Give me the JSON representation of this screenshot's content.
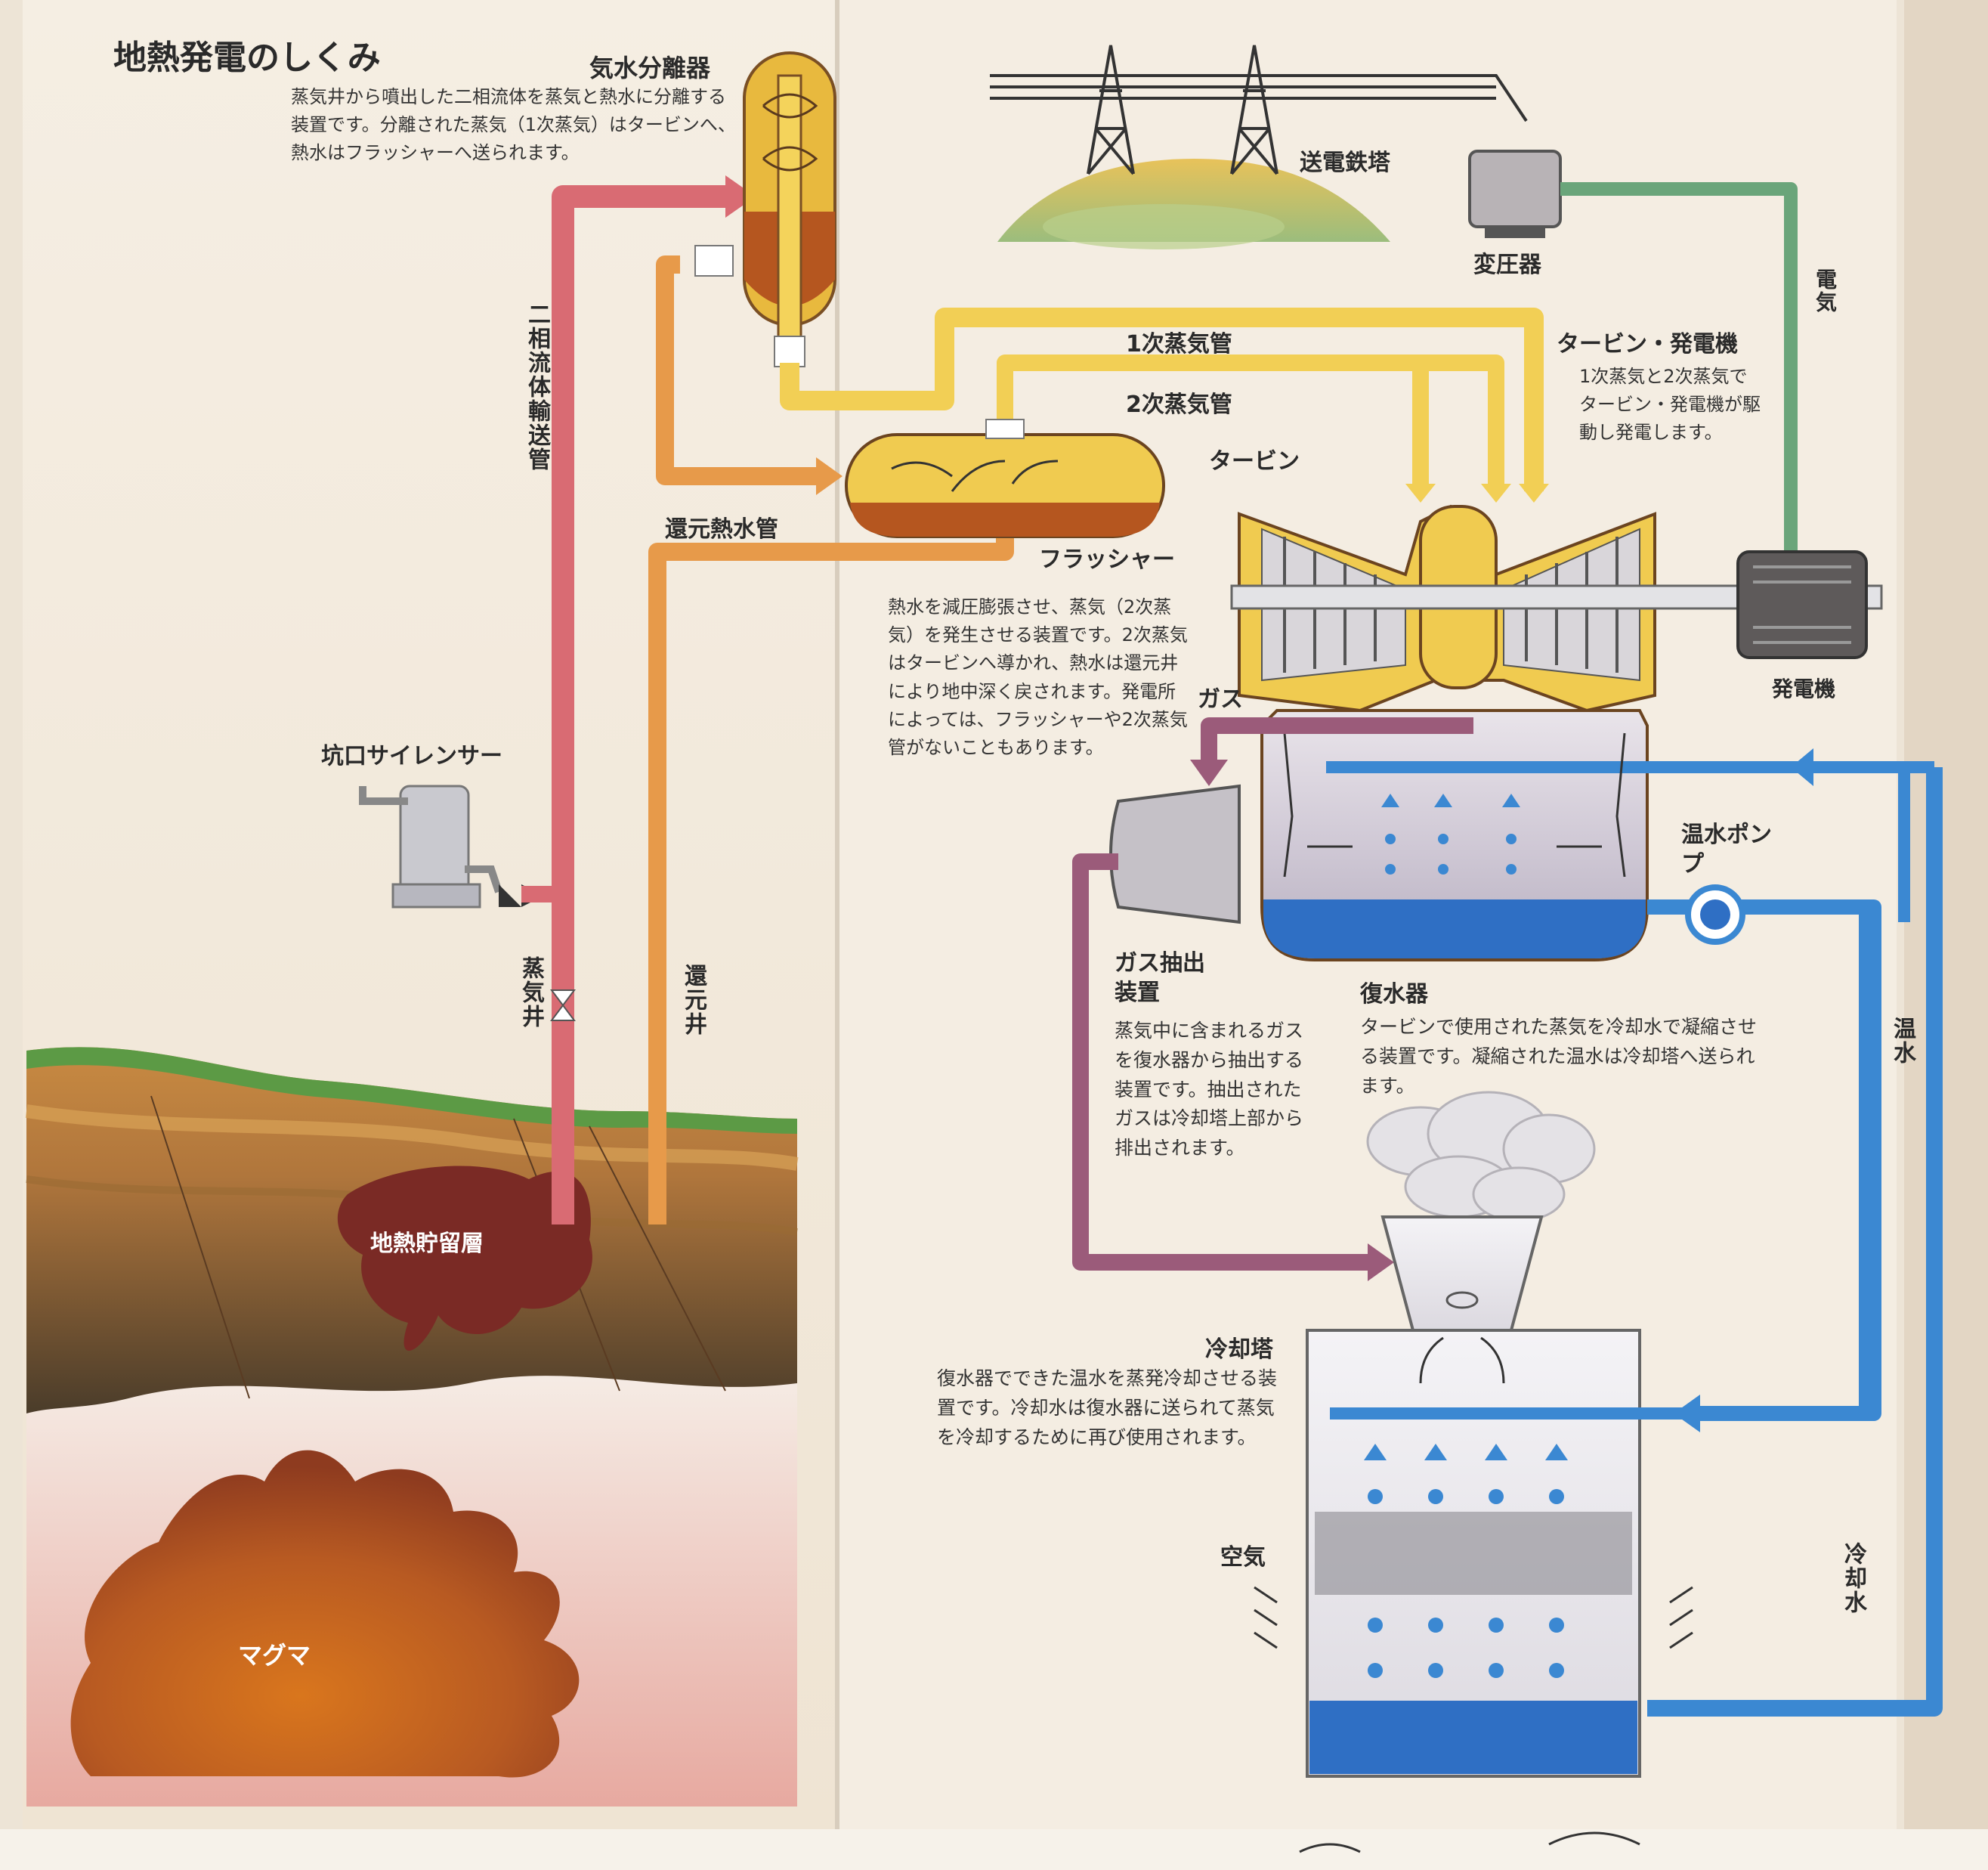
{
  "title": "地熱発電のしくみ",
  "labels": {
    "separator": "気水分離器",
    "separator_desc": "蒸気井から噴出した二相流体を蒸気と熱水に分離する装置です。分離された蒸気（1次蒸気）はタービンへ、熱水はフラッシャーへ送られます。",
    "tower": "送電鉄塔",
    "transformer": "変圧器",
    "electricity": "電気",
    "primary_pipe": "1次蒸気管",
    "secondary_pipe": "2次蒸気管",
    "turbine_gen": "タービン・発電機",
    "turbine_gen_desc": "1次蒸気と2次蒸気でタービン・発電機が駆動し発電します。",
    "turbine": "タービン",
    "two_phase_pipe": "二相流体輸送管",
    "return_pipe": "還元熱水管",
    "flasher": "フラッシャー",
    "flasher_desc": "熱水を減圧膨張させ、蒸気（2次蒸気）を発生させる装置です。2次蒸気はタービンへ導かれ、熱水は還元井により地中深く戻されます。発電所によっては、フラッシャーや2次蒸気管がないこともあります。",
    "generator": "発電機",
    "gas": "ガス",
    "silencer": "坑口サイレンサー",
    "pump": "温水ポンプ",
    "steam_well": "蒸気井",
    "return_well": "還元井",
    "gas_extractor": "ガス抽出装置",
    "gas_extractor_desc": "蒸気中に含まれるガスを復水器から抽出する装置です。抽出されたガスは冷却塔上部から排出されます。",
    "condenser": "復水器",
    "condenser_desc": "タービンで使用された蒸気を冷却水で凝縮させる装置です。凝縮された温水は冷却塔へ送られます。",
    "warm_water": "温水",
    "reservoir": "地熱貯留層",
    "cooling_tower": "冷却塔",
    "cooling_tower_desc": "復水器でできた温水を蒸発冷却させる装置です。冷却水は復水器に送られて蒸気を冷却するために再び使用されます。",
    "air": "空気",
    "cooling_water": "冷却水",
    "magma": "マグマ"
  },
  "colors": {
    "two_phase": "#d96b73",
    "steam": "#f2cf55",
    "hot_water": "#e79a4a",
    "cold_water": "#3b88d2",
    "electric": "#6aa57a",
    "gas": "#9b5b7a",
    "earth": "#b07a3a",
    "magma": "#c2601e"
  }
}
